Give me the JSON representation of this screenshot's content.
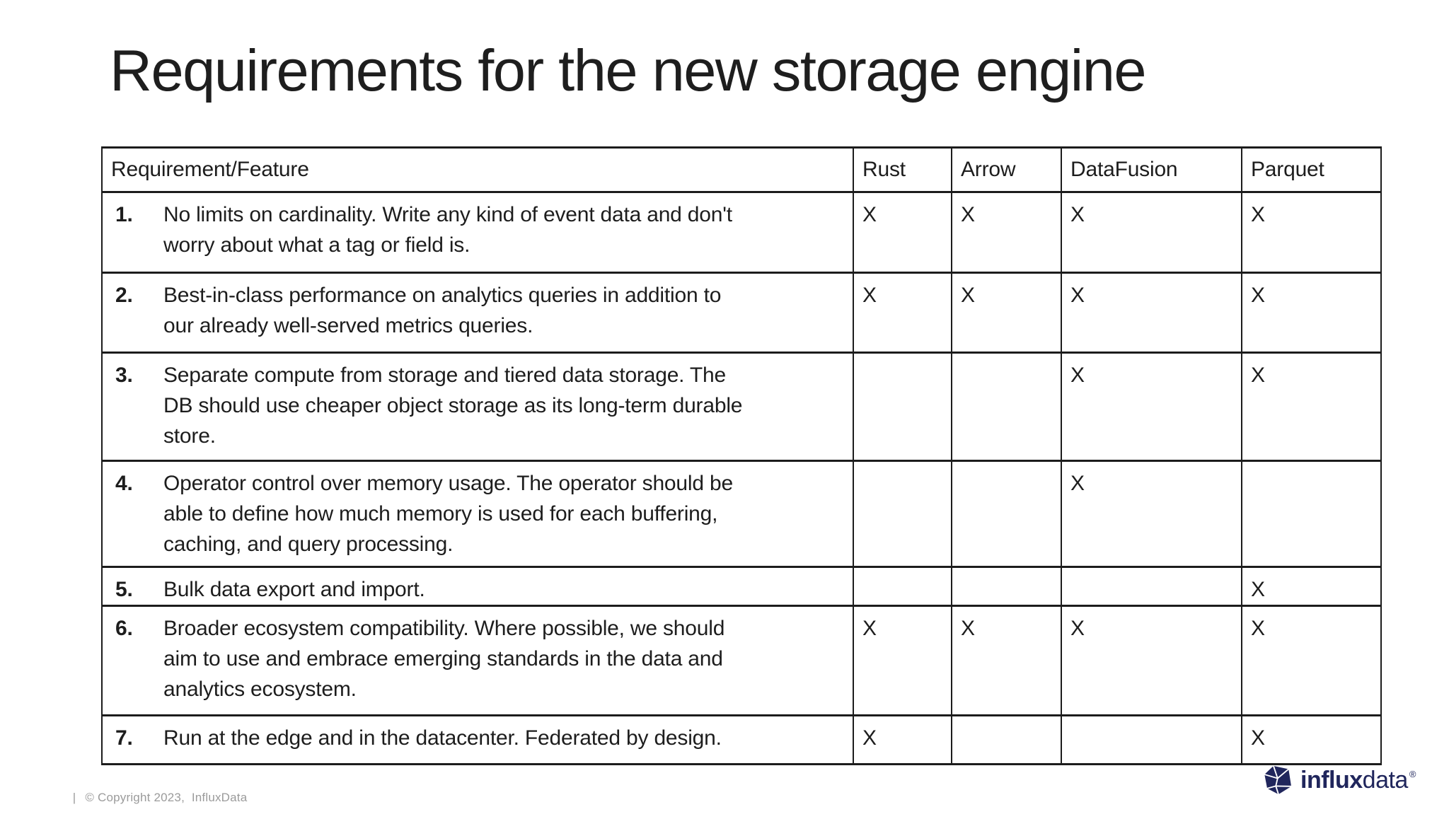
{
  "slide": {
    "title": "Requirements for the new storage engine",
    "footer": {
      "separator": "|",
      "text": "© Copyright 2023,  InfluxData"
    },
    "logo": {
      "brand_bold": "influx",
      "brand_light": "data",
      "registered": "®",
      "color": "#20265c"
    }
  },
  "colors": {
    "background": "#ffffff",
    "text": "#1d1d1d",
    "table_border": "#1c1c1c",
    "footer_gray": "#9b9b9b",
    "logo_navy": "#20265c"
  },
  "table": {
    "headers": [
      "Requirement/Feature",
      "Rust",
      "Arrow",
      "DataFusion",
      "Parquet"
    ],
    "rows": [
      {
        "num": "1.",
        "feature": "No limits on cardinality. Write any kind of event data and don't\nworry about what a tag or field is.",
        "marks": [
          "X",
          "X",
          "X",
          "X"
        ]
      },
      {
        "num": "2.",
        "feature": "Best-in-class performance on analytics queries in addition to\nour already well-served metrics queries.",
        "marks": [
          "X",
          "X",
          "X",
          "X"
        ]
      },
      {
        "num": "3.",
        "feature": "Separate compute from storage and tiered data storage. The\nDB should use cheaper object storage as its long-term durable\nstore.",
        "marks": [
          "",
          "",
          "X",
          "X"
        ]
      },
      {
        "num": "4.",
        "feature": "Operator control over memory usage. The operator should be\nable to define how much memory is used for each buffering,\ncaching, and query processing.",
        "marks": [
          "",
          "",
          "X",
          ""
        ]
      },
      {
        "num": "5.",
        "feature": "Bulk data export and import.",
        "marks": [
          "",
          "",
          "",
          "X"
        ]
      },
      {
        "num": "6.",
        "feature": "Broader ecosystem compatibility. Where possible, we should\naim to use and embrace emerging standards in the data and\nanalytics ecosystem.",
        "marks": [
          "X",
          "X",
          "X",
          "X"
        ]
      },
      {
        "num": "7.",
        "feature": "Run at the edge and in the datacenter. Federated by design.",
        "marks": [
          "X",
          "",
          "",
          "X"
        ]
      }
    ]
  }
}
